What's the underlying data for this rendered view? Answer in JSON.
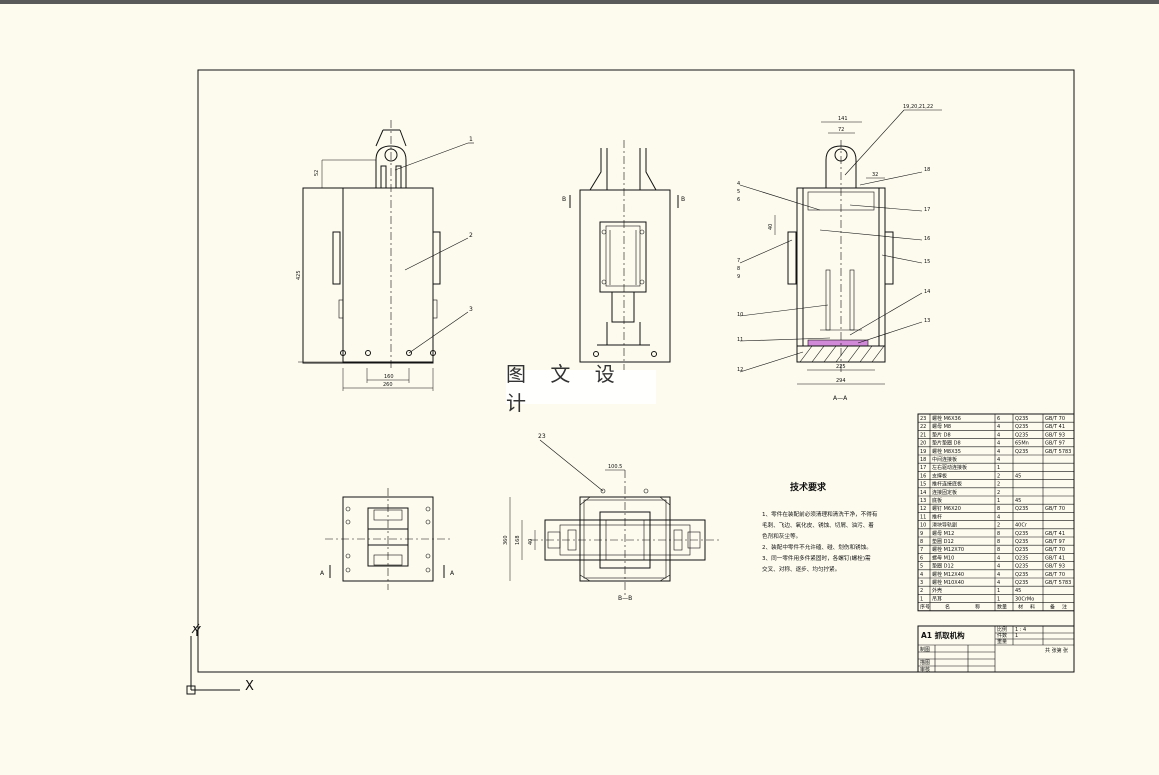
{
  "drawing": {
    "watermark": "图 文 设 计",
    "section_aa": "A—A",
    "section_bb": "B—B",
    "section_a": "A",
    "section_b": "B",
    "ucs_x": "X",
    "ucs_y": "Y",
    "balloons": {
      "front": [
        "1",
        "2",
        "3"
      ],
      "right": [
        "19,20,21,22",
        "18",
        "4",
        "5",
        "6",
        "17",
        "16",
        "7",
        "8",
        "9",
        "15",
        "10",
        "14",
        "11",
        "13",
        "12"
      ],
      "bottom": [
        "23"
      ]
    },
    "dimensions": {
      "front": [
        "52",
        "425",
        "160",
        "260"
      ],
      "right": [
        "141",
        "72",
        "32",
        "40",
        "225",
        "294"
      ],
      "bottom": [
        "100.5",
        "360",
        "168",
        "40"
      ]
    },
    "notes": {
      "title": "技术要求",
      "lines": [
        "1、零件在装配前必须清理和清洗干净，不得有",
        "毛刺、飞边、氧化皮、锈蚀、切屑、油污、着",
        "色剂和灰尘等。",
        "2、装配中零件不允许磕、碰、划伤和锈蚀。",
        "3、同一零件用多件紧固时，各螺钉(螺栓)需",
        "交叉、对称、逐步、均匀拧紧。"
      ]
    }
  },
  "bom": {
    "rows": [
      {
        "no": "23",
        "name": "螺栓 M6X36",
        "qty": "6",
        "mat": "Q235",
        "std": "GB/T 70"
      },
      {
        "no": "22",
        "name": "螺母 M8",
        "qty": "4",
        "mat": "Q235",
        "std": "GB/T 41"
      },
      {
        "no": "21",
        "name": "垫片 D8",
        "qty": "4",
        "mat": "Q235",
        "std": "GB/T 93"
      },
      {
        "no": "20",
        "name": "垫片垫圈 D8",
        "qty": "4",
        "mat": "65Mn",
        "std": "GB/T 97"
      },
      {
        "no": "19",
        "name": "螺栓 M8X35",
        "qty": "4",
        "mat": "Q235",
        "std": "GB/T 5783"
      },
      {
        "no": "18",
        "name": "中间连接板",
        "qty": "4",
        "mat": "",
        "std": ""
      },
      {
        "no": "17",
        "name": "左右驱动连接板",
        "qty": "1",
        "mat": "",
        "std": ""
      },
      {
        "no": "16",
        "name": "支撑板",
        "qty": "2",
        "mat": "45",
        "std": ""
      },
      {
        "no": "15",
        "name": "推杆连接底板",
        "qty": "2",
        "mat": "",
        "std": ""
      },
      {
        "no": "14",
        "name": "连接固定板",
        "qty": "2",
        "mat": "",
        "std": ""
      },
      {
        "no": "13",
        "name": "底板",
        "qty": "1",
        "mat": "45",
        "std": ""
      },
      {
        "no": "12",
        "name": "螺钉 M6X20",
        "qty": "8",
        "mat": "Q235",
        "std": "GB/T 70"
      },
      {
        "no": "11",
        "name": "推杆",
        "qty": "4",
        "mat": "",
        "std": ""
      },
      {
        "no": "10",
        "name": "滑块导轨副",
        "qty": "2",
        "mat": "40Cr",
        "std": ""
      },
      {
        "no": "9",
        "name": "螺母 M12",
        "qty": "8",
        "mat": "Q235",
        "std": "GB/T 41"
      },
      {
        "no": "8",
        "name": "垫圈 D12",
        "qty": "8",
        "mat": "Q235",
        "std": "GB/T 97"
      },
      {
        "no": "7",
        "name": "螺栓 M12X70",
        "qty": "8",
        "mat": "Q235",
        "std": "GB/T 70"
      },
      {
        "no": "6",
        "name": "螺母 M10",
        "qty": "4",
        "mat": "Q235",
        "std": "GB/T 41"
      },
      {
        "no": "5",
        "name": "垫圈 D12",
        "qty": "4",
        "mat": "Q235",
        "std": "GB/T 93"
      },
      {
        "no": "4",
        "name": "螺栓 M12X40",
        "qty": "4",
        "mat": "Q235",
        "std": "GB/T 70"
      },
      {
        "no": "3",
        "name": "螺栓 M10X40",
        "qty": "4",
        "mat": "Q235",
        "std": "GB/T 5783"
      },
      {
        "no": "2",
        "name": "外壳",
        "qty": "1",
        "mat": "45",
        "std": ""
      },
      {
        "no": "1",
        "name": "吊耳",
        "qty": "1",
        "mat": "30CrMo",
        "std": ""
      }
    ],
    "header": [
      "序号",
      "名",
      "称",
      "数量",
      "材",
      "料",
      "备",
      "注"
    ],
    "title": "A1 抓取机构",
    "scale_label": "比例",
    "scale_value": "1 : 4",
    "count_label": "件数",
    "count_value": "1",
    "weight_label": "重量",
    "sheet_text": "共  张第  张",
    "designer": "制图",
    "checker": "描图",
    "reviewer": "审核"
  }
}
